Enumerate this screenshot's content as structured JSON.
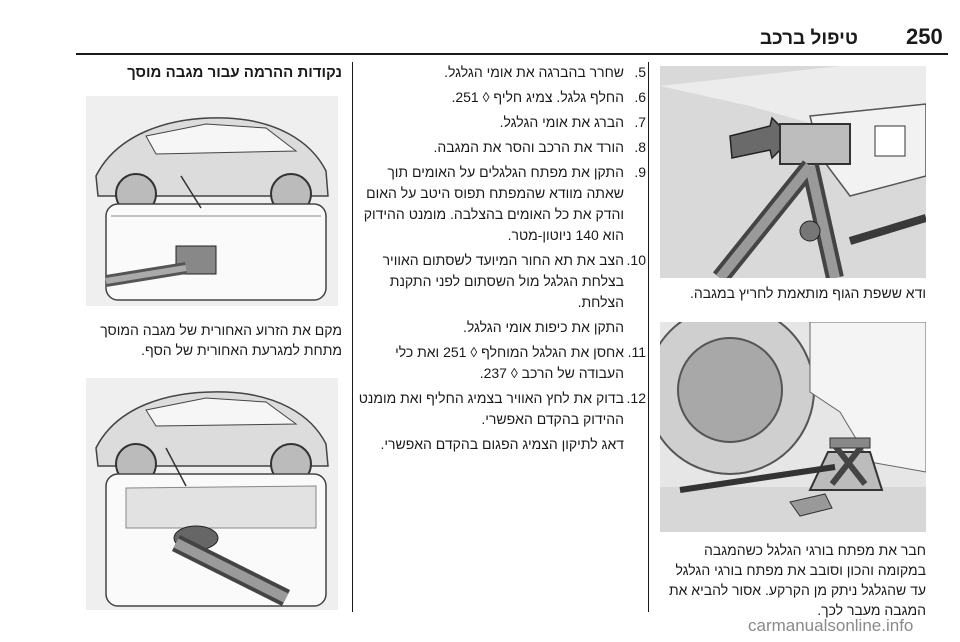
{
  "header": {
    "page_number": "250",
    "section_title": "טיפול ברכב"
  },
  "column_left": {
    "figure1": {
      "description_icon": "jack-arrow-icon"
    },
    "caption1": "ודא ששפת הגוף מותאמת לחריץ במגבה.",
    "figure2": {
      "description_icon": "scissor-jack-icon"
    },
    "caption2": "חבר את מפתח בורגי הגלגל כשהמגבה במקומה והכון וסובב את מפתח בורגי הגלגל עד שהגלגל ניתק מן הקרקע. אסור להביא את המגבה מעבר לכך."
  },
  "column_middle": {
    "steps": [
      {
        "num": "5.",
        "text": "שחרר בהברגה את אומי הגלגל."
      },
      {
        "num": "6.",
        "text": "החלף גלגל. צמיג חליף ◊ 251."
      },
      {
        "num": "7.",
        "text": "הברג את אומי הגלגל."
      },
      {
        "num": "8.",
        "text": "הורד את הרכב והסר את המגבה."
      },
      {
        "num": "9.",
        "text": "התקן את מפתח הגלגלים על האומים תוך שאתה מוודא שהמפתח תפוס היטב על האום והדק את כל האומים בהצלבה. מומנט ההידוק הוא 140 ניוטון-מטר."
      },
      {
        "num": "10.",
        "text": "הצב את תא החור המיועד לשסתום האוויר בצלחת הגלגל מול השסתום לפני התקנת הצלחת."
      },
      {
        "num": "",
        "text": "התקן את כיפות אומי הגלגל."
      },
      {
        "num": "11.",
        "text": "אחסן את הגלגל המוחלף ◊ 251 ואת כלי העבודה של הרכב ◊ 237."
      },
      {
        "num": "12.",
        "text": "בדוק את לחץ האוויר בצמיג החליף ואת מומנט ההידוק בהקדם האפשרי."
      },
      {
        "num": "",
        "text": "דאג לתיקון הצמיג הפגום בהקדם האפשרי."
      }
    ]
  },
  "column_right": {
    "title": "נקודות ההרמה עבור מגבה מוסך",
    "caption1": "מקם את הזרוע האחורית של מגבה המוסך מתחת למגרעת האחורית של הסף.",
    "figure_car": {
      "description_icon": "car-lift-point-icon"
    }
  },
  "footer": {
    "watermark": "carmanualsonline.info"
  }
}
